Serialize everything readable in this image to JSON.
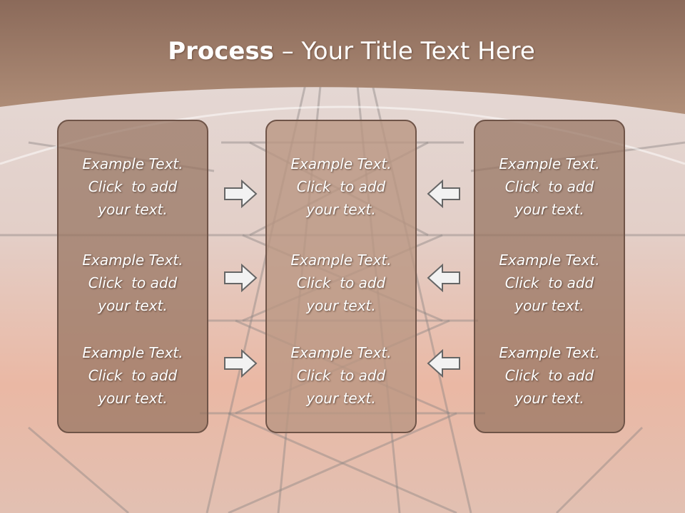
{
  "slide": {
    "title_bold": "Process",
    "title_rest": " – Your Title Text Here",
    "colors": {
      "header": "#a0806a",
      "box_border": "#6f5448",
      "box_fill": "#9a7866",
      "box_fill_middle": "#bc9a85",
      "arrow_fill": "#f2f2f2",
      "arrow_stroke": "#666666",
      "sky_top": "#e7dcd7",
      "sky_bottom": "#e9b6a2"
    },
    "columns": [
      {
        "items": [
          {
            "line1": "Example Text.",
            "line2": "Click  to add",
            "line3": "your text."
          },
          {
            "line1": "Example Text.",
            "line2": "Click  to add",
            "line3": "your text."
          },
          {
            "line1": "Example Text.",
            "line2": "Click  to add",
            "line3": "your text."
          }
        ]
      },
      {
        "items": [
          {
            "line1": "Example Text.",
            "line2": "Click  to add",
            "line3": "your text."
          },
          {
            "line1": "Example Text.",
            "line2": "Click  to add",
            "line3": "your text."
          },
          {
            "line1": "Example Text.",
            "line2": "Click  to add",
            "line3": "your text."
          }
        ]
      },
      {
        "items": [
          {
            "line1": "Example Text.",
            "line2": "Click  to add",
            "line3": "your text."
          },
          {
            "line1": "Example Text.",
            "line2": "Click  to add",
            "line3": "your text."
          },
          {
            "line1": "Example Text.",
            "line2": "Click  to add",
            "line3": "your text."
          }
        ]
      }
    ],
    "arrows": {
      "left_side": [
        "arrow-right-icon",
        "arrow-right-icon",
        "arrow-right-icon"
      ],
      "right_side": [
        "arrow-left-icon",
        "arrow-left-icon",
        "arrow-left-icon"
      ]
    }
  }
}
